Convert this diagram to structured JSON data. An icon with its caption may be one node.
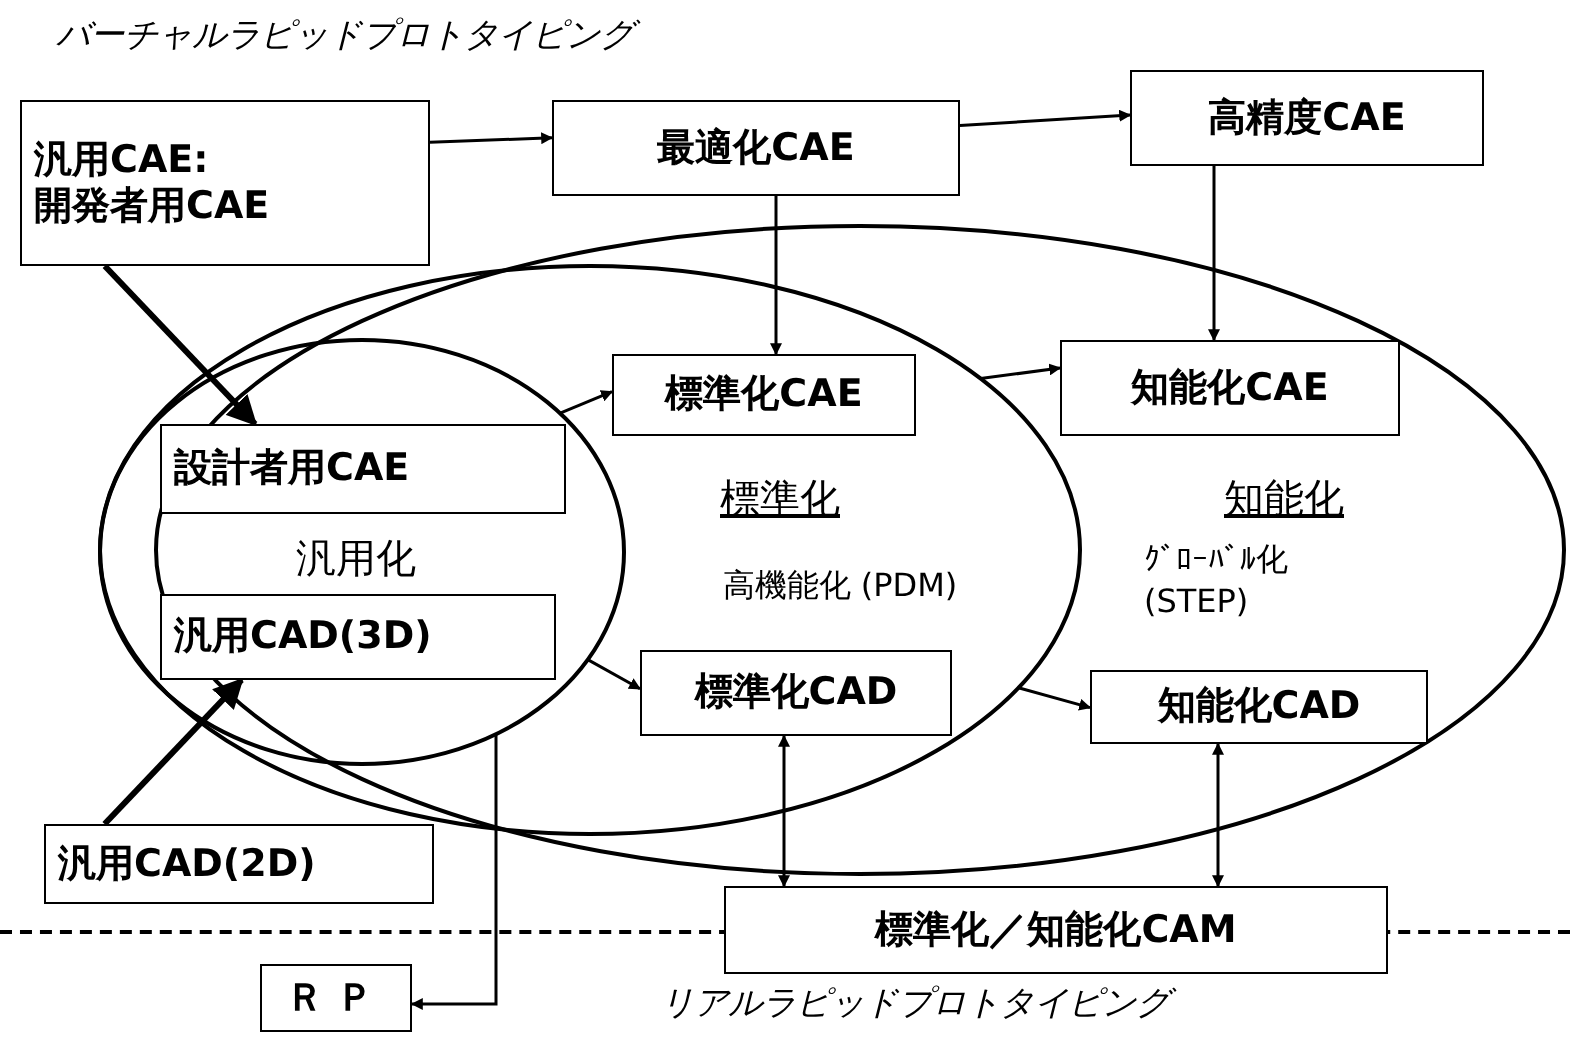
{
  "diagram": {
    "nodes": [
      {
        "text": [
          "汎用CAE: 開発者用CAE"
        ]
      },
      {
        "text": [
          "最適化CAE"
        ]
      },
      {
        "text": [
          "高精度CAE"
        ]
      },
      {
        "text": [
          "知能化",
          "ｸﾞﾛｰﾊﾞﾙ化 (STEP)"
        ]
      },
      {
        "text": [
          "標準化",
          "高機能化 (PDM)"
        ]
      },
      {
        "text": [
          "汎用化"
        ],
        "in": 4
      },
      {
        "text": [
          "設計者用CAE"
        ],
        "in": 5
      },
      {
        "text": [
          "汎用CAD(3D)"
        ],
        "in": 5
      },
      {
        "text": [
          "標準化CAE"
        ],
        "in": 4
      },
      {
        "text": [
          "標準化CAD"
        ],
        "in": 4
      },
      {
        "text": [
          "知能化CAE"
        ],
        "in": 3
      },
      {
        "text": [
          "知能化CAD"
        ],
        "in": 3
      },
      {
        "text": [
          "汎用CAD(2D)"
        ]
      },
      {
        "text": [
          "標準化／知能化CAM"
        ]
      },
      {
        "text": [
          "ＲＰ"
        ]
      }
    ],
    "edges": [
      {
        "from": 0,
        "to": 1,
        "arrow": "to"
      },
      {
        "from": 1,
        "to": 2,
        "arrow": "to"
      },
      {
        "from": 0,
        "to": 6,
        "arrow": "to",
        "style": "thick"
      },
      {
        "from": 1,
        "to": 8,
        "arrow": "to"
      },
      {
        "from": 2,
        "to": 10,
        "arrow": "to"
      },
      {
        "from": 5,
        "to": 8,
        "arrow": "to"
      },
      {
        "from": 4,
        "to": 10,
        "arrow": "to"
      },
      {
        "from": 5,
        "to": 9,
        "arrow": "to"
      },
      {
        "from": 4,
        "to": 11,
        "arrow": "to"
      },
      {
        "from": 12,
        "to": 7,
        "arrow": "to",
        "style": "thick"
      },
      {
        "from": 9,
        "to": 13,
        "arrow": "both"
      },
      {
        "from": 11,
        "to": 13,
        "arrow": "both"
      },
      {
        "from": 5,
        "to": 14,
        "arrow": "to"
      }
    ],
    "labels": [
      "バーチャルラピッドプロトタイピング",
      "リアルラピッドプロトタイピング"
    ]
  }
}
